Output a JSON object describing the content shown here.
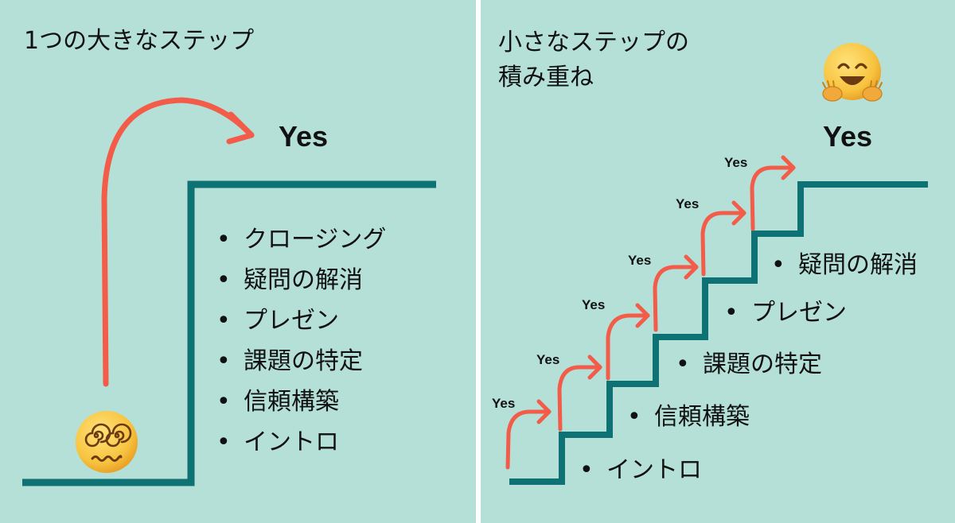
{
  "left": {
    "title": "1つの大きなステップ",
    "yes": "Yes",
    "items": [
      "クロージング",
      "疑問の解消",
      "プレゼン",
      "課題の特定",
      "信頼構築",
      "イントロ"
    ],
    "emoji": "dizzy-face-emoji"
  },
  "right": {
    "title": "小さなステップの\n積み重ね",
    "yes_big": "Yes",
    "yes_small": [
      "Yes",
      "Yes",
      "Yes",
      "Yes",
      "Yes",
      "Yes"
    ],
    "steps": [
      "イントロ",
      "信頼構築",
      "課題の特定",
      "プレゼン",
      "疑問の解消"
    ],
    "emoji": "hugging-face-emoji"
  },
  "colors": {
    "background": "#b4e0d7",
    "stair": "#0e7173",
    "arrow": "#f25c48",
    "emoji_face": "#f7c33f"
  }
}
